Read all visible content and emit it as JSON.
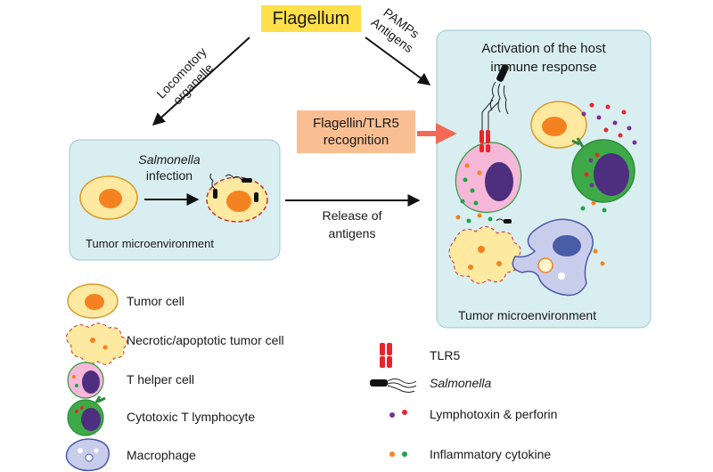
{
  "header": {
    "flagellum": "Flagellum"
  },
  "arrows": {
    "left_line1": "Locomotory",
    "left_line2": "organelle",
    "right_line1": "PAMPs",
    "right_line2": "Antigens",
    "release_line1": "Release of",
    "release_line2": "antigens"
  },
  "panel_left": {
    "infection_line1": "Salmonella",
    "infection_line2": "infection",
    "label": "Tumor microenvironment"
  },
  "panel_right": {
    "title_line1": "Activation of the host",
    "title_line2": "immune response",
    "label": "Tumor microenvironment"
  },
  "recognition": {
    "line1": "Flagellin/TLR5",
    "line2": "recognition"
  },
  "legend_left": [
    {
      "icon": "tumor-cell-icon",
      "label": "Tumor cell"
    },
    {
      "icon": "necrotic-cell-icon",
      "label": "Necrotic/apoptotic tumor cell"
    },
    {
      "icon": "t-helper-cell-icon",
      "label": "T helper cell"
    },
    {
      "icon": "cytotoxic-t-lymphocyte-icon",
      "label": "Cytotoxic T lymphocyte"
    },
    {
      "icon": "macrophage-icon",
      "label": "Macrophage"
    }
  ],
  "legend_right": [
    {
      "icon": "tlr5-icon",
      "label": "TLR5"
    },
    {
      "icon": "salmonella-icon",
      "label": "Salmonella"
    },
    {
      "icon": "lymphotoxin-perforin-dots-icon",
      "label": "Lymphotoxin & perforin"
    },
    {
      "icon": "cytokine-dots-icon",
      "label": "Inflammatory cytokine"
    }
  ],
  "colors": {
    "panel_bg": "#d9eef1",
    "flagellum_box": "#ffdf4a",
    "recognition_box": "#f9bf92",
    "tumor_cytoplasm": "#fde9a0",
    "tumor_nucleus": "#f58220",
    "t_helper": "#f6b7d8",
    "cytotoxic": "#3daa47",
    "macrophage": "#c9cdec",
    "nucleus_purple": "#4e2f7f",
    "tlr5_red": "#e8262a",
    "purple_dot": "#7b3294",
    "red_dot": "#e8262a",
    "orange_dot": "#f58220",
    "green_dot": "#1fa54a"
  }
}
